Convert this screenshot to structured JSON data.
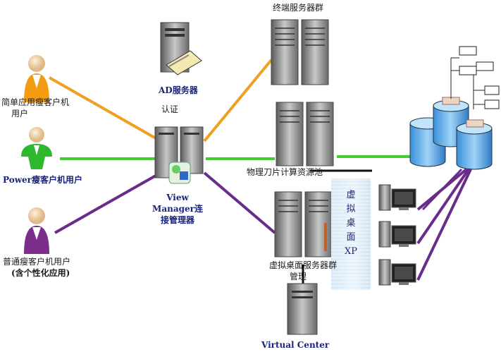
{
  "diagram": {
    "title": "View Manager VDI architecture",
    "users": [
      {
        "id": "simple-app",
        "label_line1": "简单应用瘦客户机",
        "label_line2": "用户",
        "color": "#f39c12"
      },
      {
        "id": "power",
        "label": "Power瘦客户机用户",
        "color": "#2eb82e"
      },
      {
        "id": "normal",
        "label_line1": "普通瘦客户机用户",
        "label_line2": "(含个性化应用)",
        "color": "#7b2d8e"
      }
    ],
    "ad_server": {
      "label": "AD服务器",
      "auth_label": "认证"
    },
    "view_manager": {
      "label_line1": "View",
      "label_line2": "Manager连",
      "label_line3": "接管理器"
    },
    "terminal_servers": {
      "label": "终端服务器群"
    },
    "blade_pool": {
      "label": "物理刀片计算资源池"
    },
    "virtual_desktop_servers": {
      "label": "虚拟桌面服务器群",
      "manage_label": "管理"
    },
    "virtual_center": {
      "label": "Virtual Center"
    },
    "virtual_desktop_panel": {
      "chars": [
        "虚",
        "拟",
        "桌",
        "面"
      ],
      "os": "XP"
    },
    "link_colors": {
      "orange": "#f0a020",
      "green": "#44cc33",
      "purple": "#6a2c8a",
      "black": "#111111"
    }
  }
}
